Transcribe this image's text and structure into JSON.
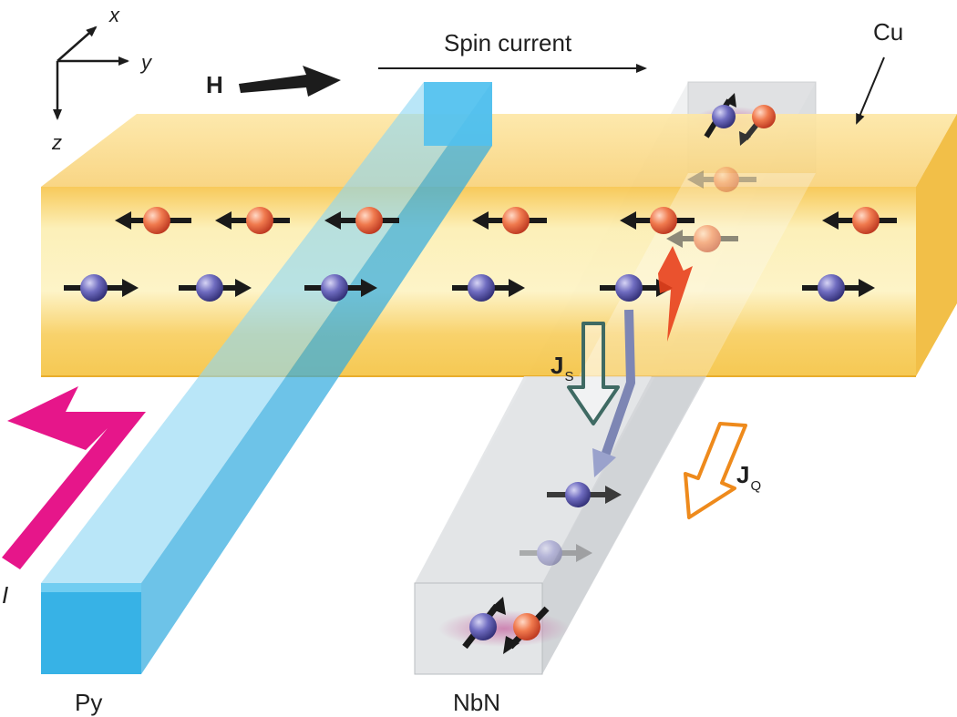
{
  "axes": {
    "x": "x",
    "y": "y",
    "z": "z"
  },
  "labels": {
    "field": "H",
    "spin_current": "Spin current",
    "cu": "Cu",
    "py": "Py",
    "nbn": "NbN",
    "current": "I",
    "js_main": "J",
    "js_sub": "S",
    "jq_main": "J",
    "jq_sub": "Q"
  },
  "colors": {
    "cu_bar": "#f7c94a",
    "py_bar": "#3db6e8",
    "nbn_bar": "#d9dcde",
    "spin_up_electron": "#e8513a",
    "spin_down_electron": "#4d4b9e",
    "charge_current_arrow": "#e6168a",
    "spin_current_arrow": "#3f6a63",
    "heat_current_arrow": "#ee8a1c"
  }
}
